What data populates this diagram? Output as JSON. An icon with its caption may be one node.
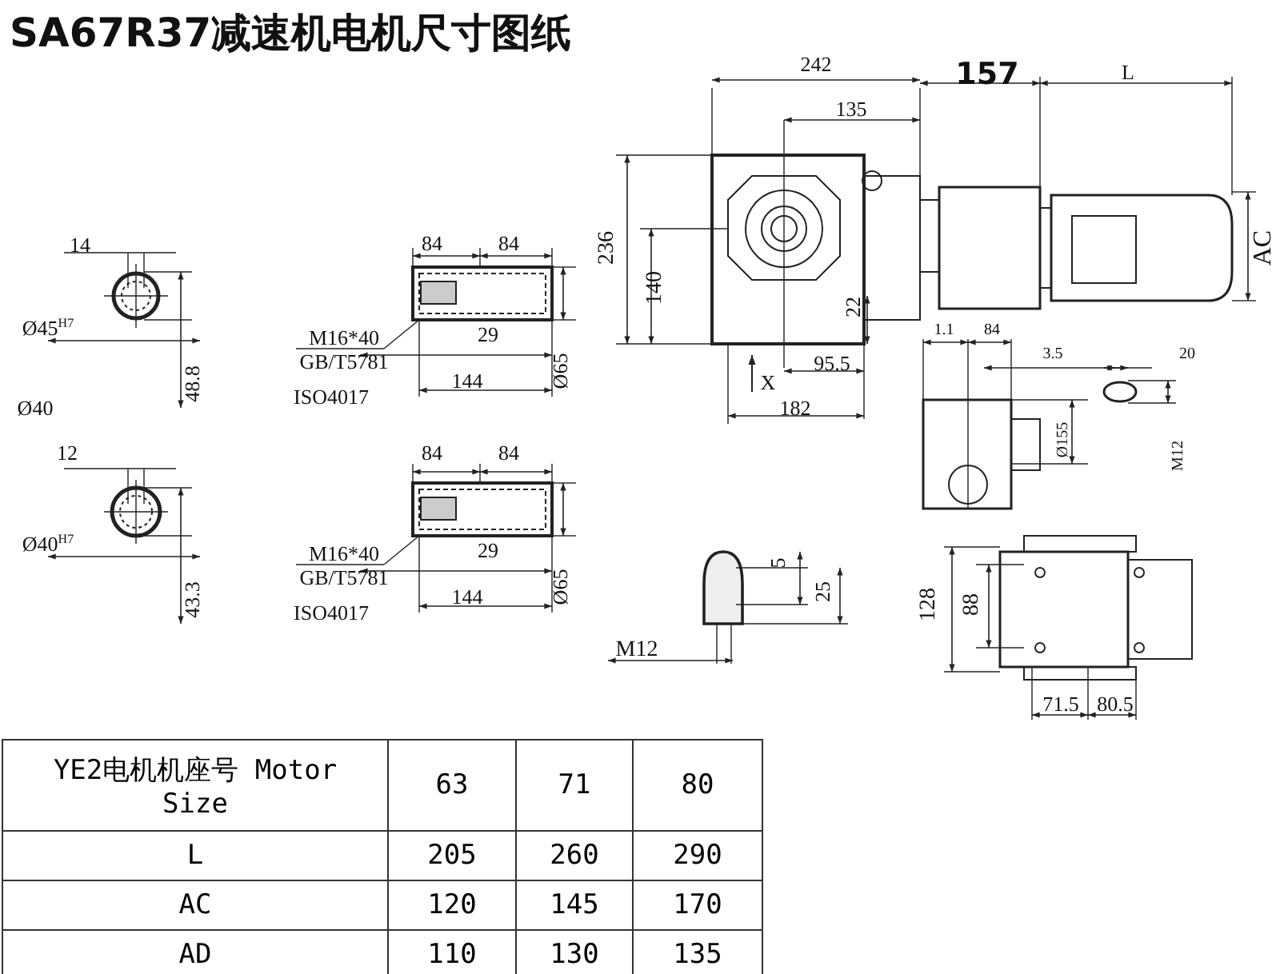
{
  "diagram": {
    "title": "SA67R37减速机电机尺寸图纸",
    "labels": [
      "242",
      "157",
      "L",
      "135",
      "14",
      "84",
      "84",
      "236",
      "140",
      "AC",
      "Ø45$^{H7}$",
      "22",
      "M16*40",
      "29",
      "Ø65",
      "GB/T5781",
      "X",
      "95.5",
      "1.1",
      "84",
      "3.5",
      "20",
      "48.8",
      "144",
      "ISO4017",
      "182",
      "Ø155",
      "M12",
      "Ø40",
      "12",
      "84",
      "84",
      "Ø40$^{H7}$",
      "M16*40",
      "29",
      "Ø65",
      "GB/T5781",
      "43.3",
      "144",
      "ISO4017",
      "5",
      "25",
      "128",
      "88",
      "M12",
      "71.5",
      "80.5",
      "YE2电机机座号 Motor Size",
      "63",
      "71",
      "80",
      "L",
      "205",
      "260",
      "290",
      "AC",
      "120",
      "145",
      "170",
      "AD",
      "110",
      "130",
      "135"
    ]
  }
}
